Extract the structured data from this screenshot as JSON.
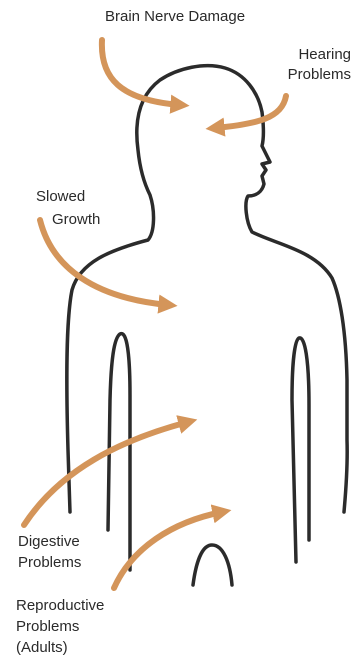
{
  "labels": {
    "brain": "Brain Nerve Damage",
    "hearing_line1": "Hearing",
    "hearing_line2": "Problems",
    "growth_line1": "Slowed",
    "growth_line2": "Growth",
    "digestive_line1": "Digestive",
    "digestive_line2": "Problems",
    "reproductive_line1": "Reproductive",
    "reproductive_line2": "Problems",
    "reproductive_line3": "(Adults)"
  },
  "colors": {
    "outline": "#2b2b2b",
    "arrow": "#d4955a",
    "text": "#2a2a2a"
  }
}
